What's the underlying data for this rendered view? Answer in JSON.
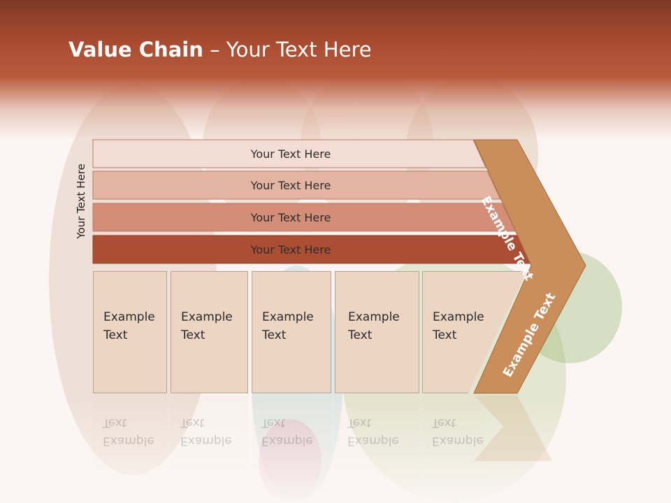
{
  "title": {
    "bold": "Value Chain",
    "rest": " – Your Text Here"
  },
  "side_label": "Your Text Here",
  "bars": [
    {
      "label": "Your Text Here",
      "color": "#f3ddd5"
    },
    {
      "label": "Your Text Here",
      "color": "#e4b4a2"
    },
    {
      "label": "Your Text Here",
      "color": "#d48d77"
    },
    {
      "label": "Your Text Here",
      "color": "#ac4e33"
    }
  ],
  "columns": [
    {
      "line1": "Example",
      "line2": "Text"
    },
    {
      "line1": "Example",
      "line2": "Text"
    },
    {
      "line1": "Example",
      "line2": "Text"
    },
    {
      "line1": "Example",
      "line2": "Text"
    },
    {
      "line1": "Example",
      "line2": "Text"
    }
  ],
  "chevron": {
    "upper_label": "Example Text",
    "lower_label": "Example Text",
    "color": "#c98e5a"
  }
}
